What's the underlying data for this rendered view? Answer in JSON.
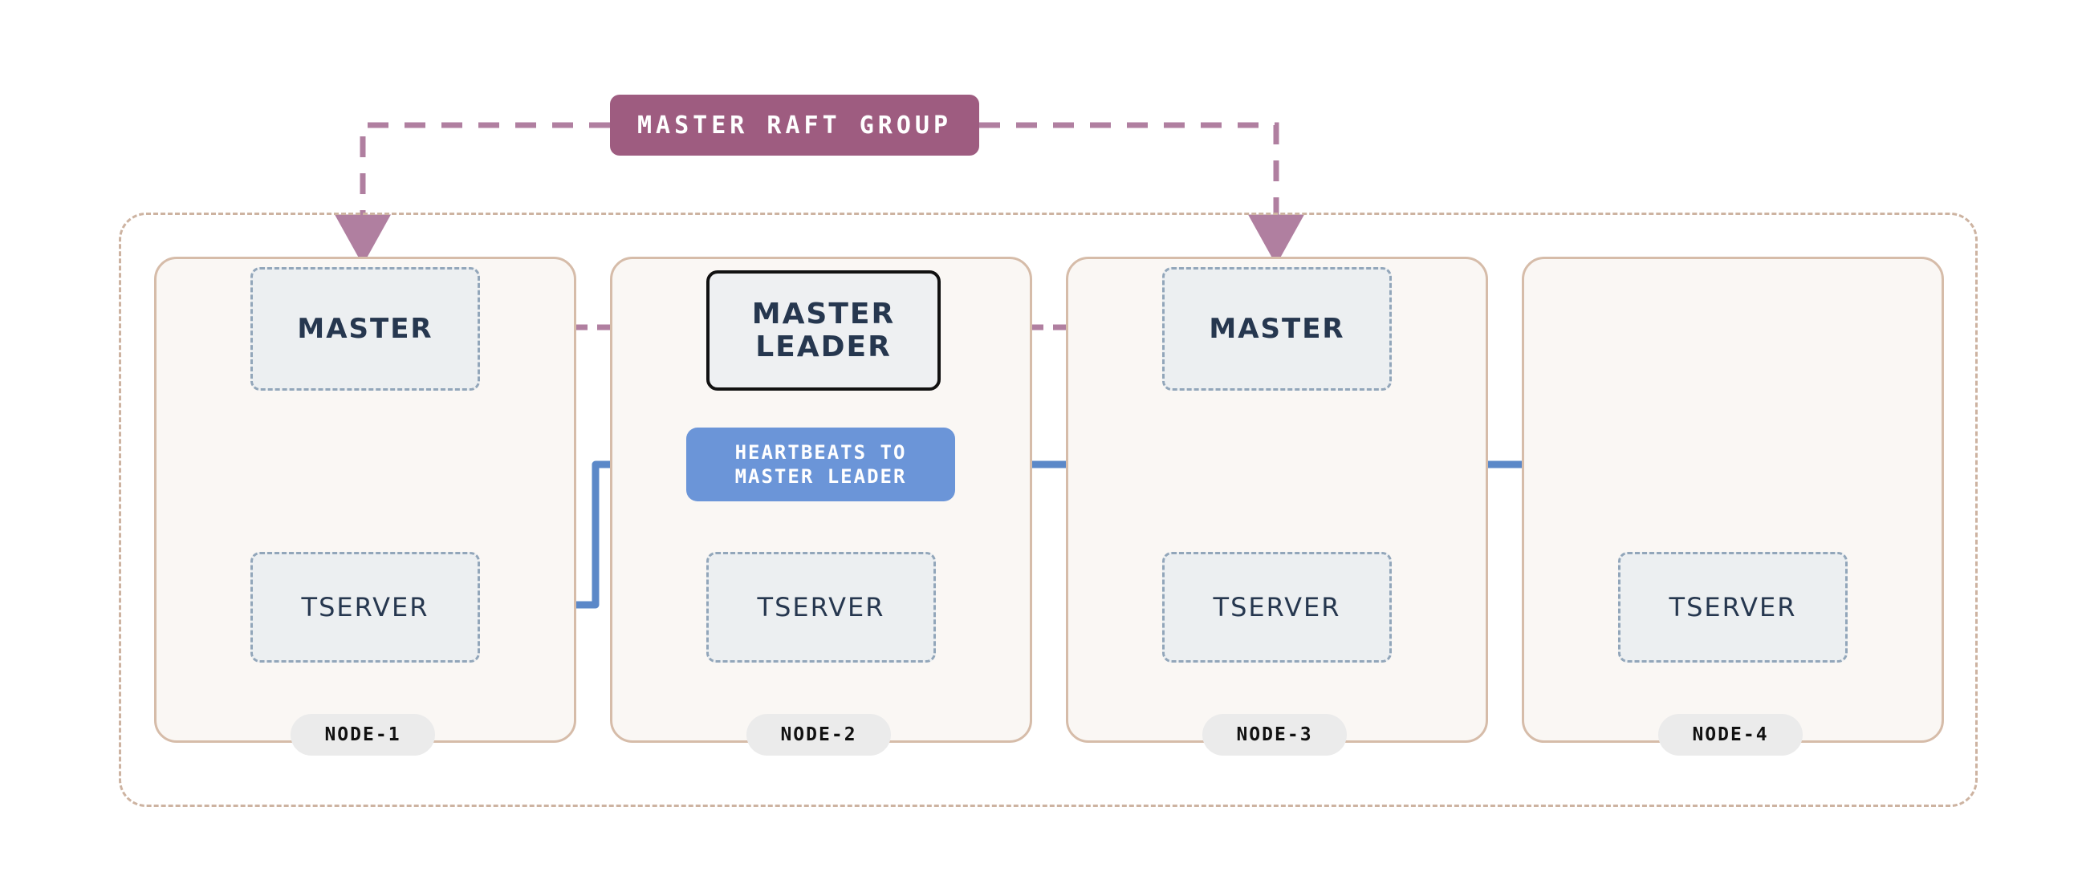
{
  "diagram": {
    "title_badge": "MASTER RAFT GROUP",
    "heartbeats_badge": {
      "line1": "HEARTBEATS TO",
      "line2": "MASTER LEADER"
    },
    "colors": {
      "raft_badge": "#9e5c80",
      "raft_link": "#b07fa0",
      "heartbeat_badge": "#6b95d8",
      "heartbeat_link": "#5b88c8",
      "node_border": "#d6bca9",
      "cluster_border": "#cdb3a1",
      "component_border": "#92a6ba",
      "component_fill": "#eceff1",
      "leader_border": "#111111",
      "text_navy": "#26374f",
      "node_fill": "#faf7f4",
      "pill_fill": "#ebebeb"
    },
    "nodes": [
      {
        "label": "NODE-1",
        "master": "MASTER",
        "tserver": "TSERVER",
        "is_leader": false
      },
      {
        "label": "NODE-2",
        "master_line1": "MASTER",
        "master_line2": "LEADER",
        "tserver": "TSERVER",
        "is_leader": true
      },
      {
        "label": "NODE-3",
        "master": "MASTER",
        "tserver": "TSERVER",
        "is_leader": false
      },
      {
        "label": "NODE-4",
        "master": null,
        "tserver": "TSERVER",
        "is_leader": false
      }
    ]
  }
}
